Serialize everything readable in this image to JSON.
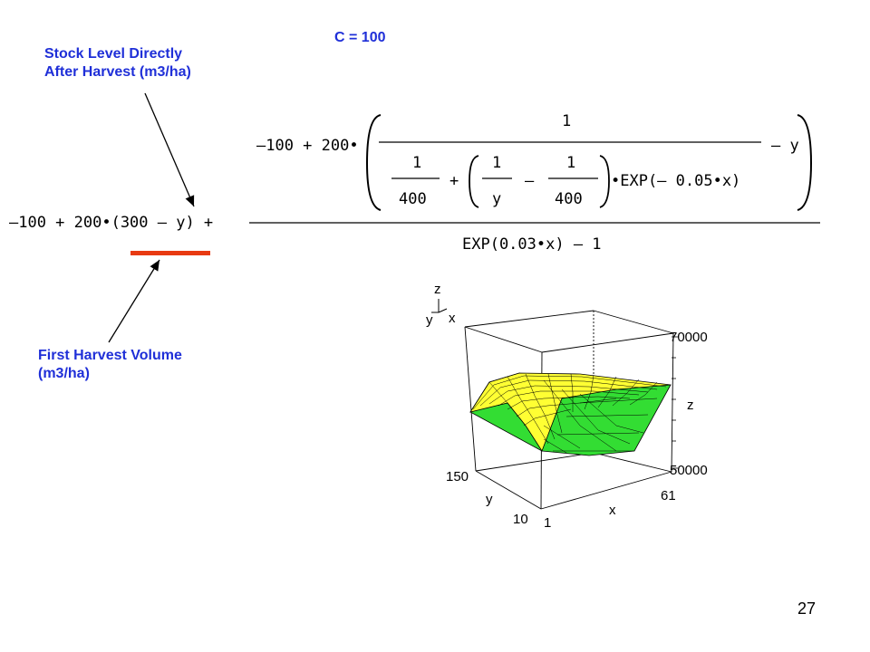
{
  "title": "C = 100",
  "annotations": {
    "stock_level_line1": "Stock Level Directly",
    "stock_level_line2": "After Harvest (m3/ha)",
    "first_harvest_line1": "First Harvest Volume",
    "first_harvest_line2": "(m3/ha)"
  },
  "formula": {
    "main_left": "–100 + 200•(300 – y) +",
    "num_prefix": "–100 + 200•",
    "num_suffix": "– y",
    "one_top": "1",
    "frac1_num": "1",
    "frac1_den": "400",
    "plus": "+",
    "frac2_num": "1",
    "frac2_den": "y",
    "minus": "–",
    "frac3_num": "1",
    "frac3_den": "400",
    "exp_part": "•EXP(– 0.05•x)",
    "denominator": "EXP(0.03•x) – 1"
  },
  "plot": {
    "axis_z": "z",
    "axis_y": "y",
    "axis_x": "x",
    "z_max": "70000",
    "z_min": "50000",
    "z_label": "z",
    "y_max": "150",
    "y_min": "10",
    "y_label": "y",
    "x_min": "1",
    "x_max": "61",
    "x_label": "x",
    "surface_colors": [
      "#ffff33",
      "#33dd33"
    ]
  },
  "accent_color": "#e83a12",
  "page_number": "27"
}
